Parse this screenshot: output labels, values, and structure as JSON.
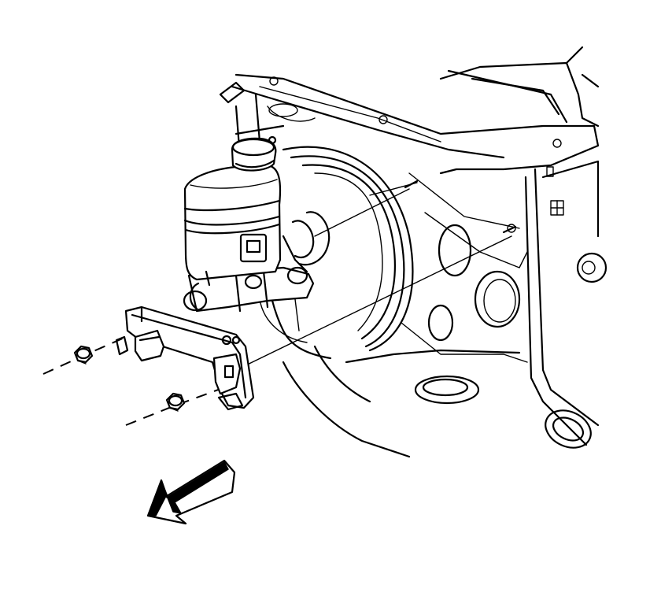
{
  "diagram": {
    "view_direction": "front-of-vehicle",
    "colors": {
      "line": "#000000",
      "background": "#ffffff"
    },
    "parts": [
      {
        "name": "master-cylinder-reservoir"
      },
      {
        "name": "reservoir-cap"
      },
      {
        "name": "brake-booster"
      },
      {
        "name": "bracket"
      },
      {
        "name": "mounting-nut-upper"
      },
      {
        "name": "mounting-nut-lower"
      },
      {
        "name": "mounting-stud-upper"
      },
      {
        "name": "mounting-stud-lower"
      },
      {
        "name": "front-of-vehicle-arrow"
      }
    ]
  }
}
